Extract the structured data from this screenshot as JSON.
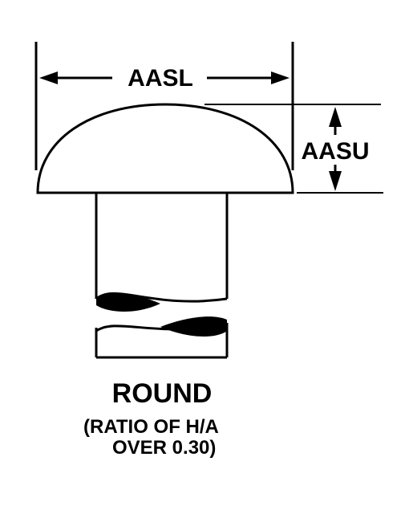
{
  "dimensions": {
    "length_label": "AASL",
    "height_label": "AASU"
  },
  "caption": {
    "title": "ROUND",
    "note_line1": "(RATIO OF H/A",
    "note_line2": "OVER 0.30)"
  },
  "colors": {
    "line": "#000000",
    "background": "#ffffff"
  }
}
